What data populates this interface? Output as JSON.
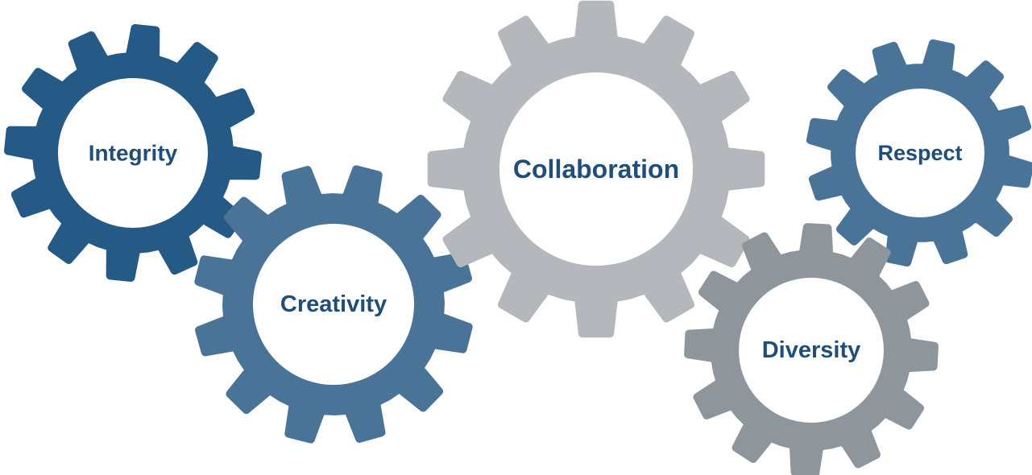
{
  "diagram": {
    "text_color": "#1f4e79",
    "gears": [
      {
        "id": "integrity",
        "label": "Integrity",
        "color": "#255a86"
      },
      {
        "id": "creativity",
        "label": "Creativity",
        "color": "#497498"
      },
      {
        "id": "collaboration",
        "label": "Collaboration",
        "color": "#b4b8bc"
      },
      {
        "id": "respect",
        "label": "Respect",
        "color": "#497498"
      },
      {
        "id": "diversity",
        "label": "Diversity",
        "color": "#8e959b"
      }
    ]
  }
}
